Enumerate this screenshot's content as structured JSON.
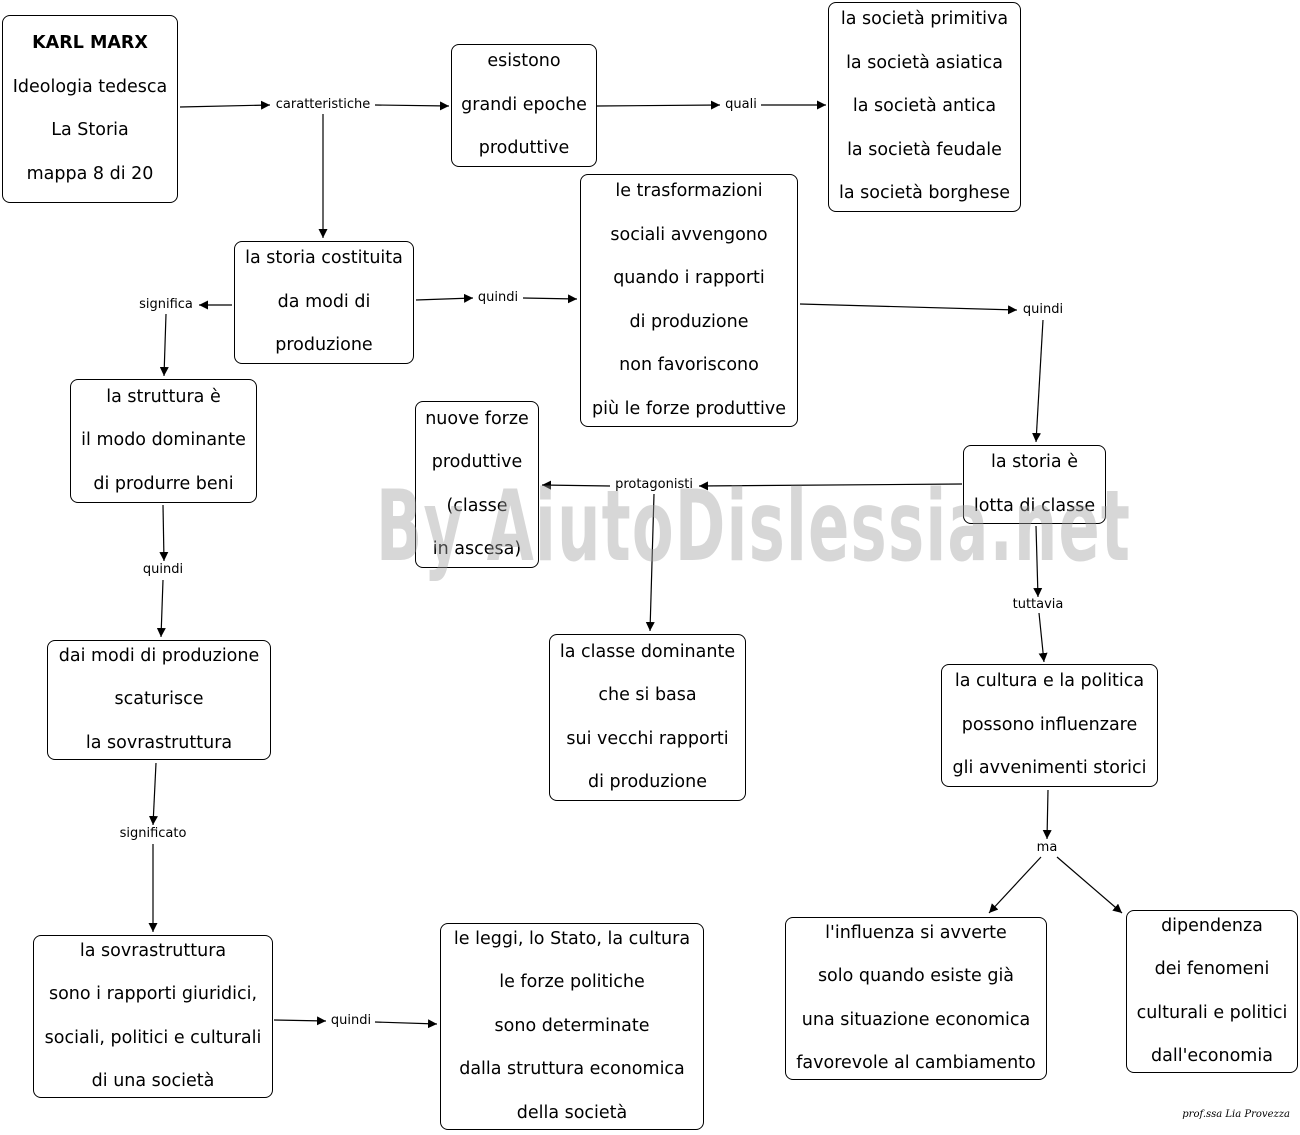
{
  "nodes": {
    "title": [
      "KARL MARX",
      "Ideologia tedesca",
      "La Storia",
      "mappa 8 di 20"
    ],
    "epochs": [
      "esistono",
      "grandi epoche",
      "produttive"
    ],
    "societies": [
      "la società primitiva",
      "la società asiatica",
      "la società antica",
      "la società feudale",
      "la società borghese"
    ],
    "history_modes": [
      "la storia costituita",
      "da modi di",
      "produzione"
    ],
    "transformations": [
      "le trasformazioni",
      "sociali avvengono",
      "quando i rapporti",
      "di produzione",
      "non favoriscono",
      "più le forze produttive"
    ],
    "structure": [
      "la struttura è",
      "il modo dominante",
      "di produrre beni"
    ],
    "new_forces": [
      "nuove forze",
      "produttive",
      "(classe",
      "in ascesa)"
    ],
    "class_struggle": [
      "la storia è",
      "lotta di classe"
    ],
    "superstructure_origin": [
      "dai modi di produzione",
      "scaturisce",
      "la sovrastruttura"
    ],
    "ruling_class": [
      "la classe dominante",
      "che si basa",
      "sui vecchi rapporti",
      "di produzione"
    ],
    "culture_politics": [
      "la cultura e la politica",
      "possono influenzare",
      "gli avvenimenti storici"
    ],
    "superstructure_def": [
      "la sovrastruttura",
      "sono i rapporti giuridici,",
      "sociali, politici e culturali",
      "di una società"
    ],
    "laws_state": [
      "le leggi, lo Stato, la cultura",
      "le forze politiche",
      "sono determinate",
      "dalla struttura economica",
      "della società"
    ],
    "influence": [
      "l'influenza si avverte",
      "solo quando esiste già",
      "una situazione economica",
      "favorevole al cambiamento"
    ],
    "dependence": [
      "dipendenza",
      "dei fenomeni",
      "culturali e politici",
      "dall'economia"
    ]
  },
  "labels": {
    "caratteristiche": "caratteristiche",
    "quali": "quali",
    "significa": "significa",
    "quindi1": "quindi",
    "quindi2": "quindi",
    "quindi3": "quindi",
    "protagonisti": "protagonisti",
    "tuttavia": "tuttavia",
    "significato": "significato",
    "quindi4": "quindi",
    "ma": "ma"
  },
  "watermark": "By AiutoDislessia.net",
  "signature": "prof.ssa Lia Provezza"
}
